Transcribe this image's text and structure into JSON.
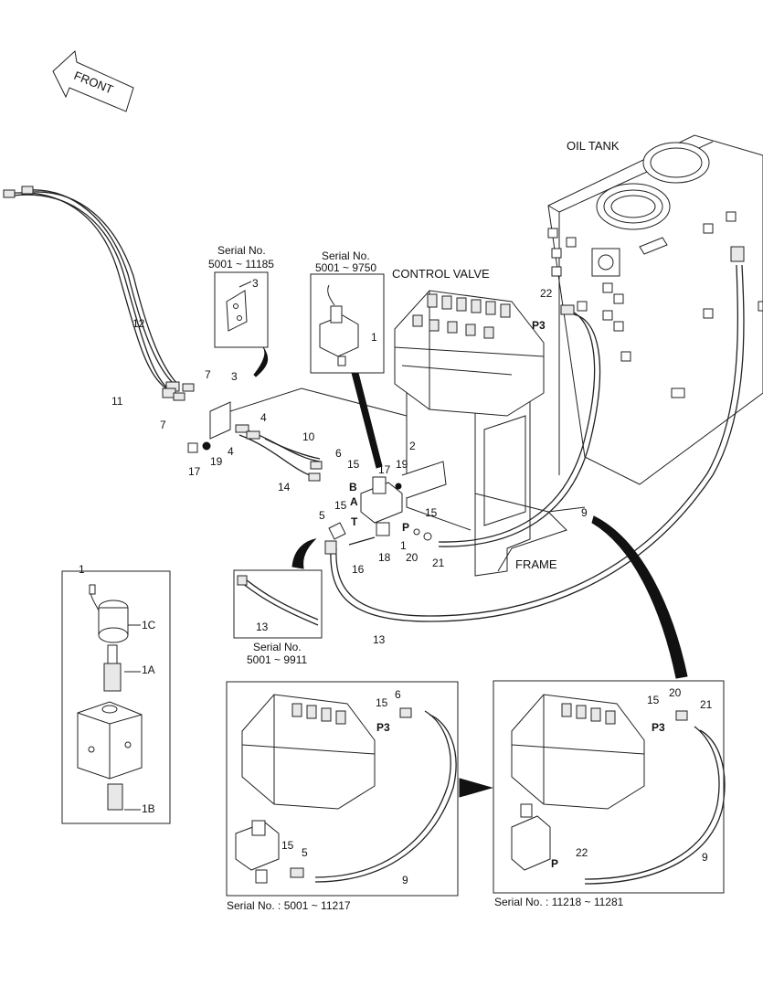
{
  "front_label": "FRONT",
  "titles": {
    "oil_tank": "OIL TANK",
    "control_valve": "CONTROL VALVE",
    "frame": "FRAME"
  },
  "insets": {
    "bracket": {
      "serial_title": "Serial No.",
      "serial_range": "5001 ~ 11185",
      "part": "3"
    },
    "valve_small": {
      "serial_title": "Serial No.",
      "serial_range": "5001 ~ 9750",
      "part": "1"
    },
    "hose13": {
      "serial_title": "Serial No.",
      "serial_range": "5001 ~ 9911",
      "part": "13"
    },
    "left_caption": "Serial No. : 5001 ~ 11217",
    "right_caption": "Serial No. : 11218 ~ 11281"
  },
  "detail_labels": {
    "title": "1",
    "coil": "1C",
    "cartridge": "1A",
    "body_plug": "1B"
  },
  "ports": {
    "B": "B",
    "A": "A",
    "T": "T",
    "P": "P",
    "P3": "P3"
  },
  "callouts": {
    "c1": "1",
    "c2": "2",
    "c3": "3",
    "c4a": "4",
    "c4b": "4",
    "c5": "5",
    "c6": "6",
    "c7a": "7",
    "c7b": "7",
    "c9": "9",
    "c10": "10",
    "c11": "11",
    "c12": "12",
    "c13": "13",
    "c14": "14",
    "c15a": "15",
    "c15b": "15",
    "c15c": "15",
    "c16": "16",
    "c17a": "17",
    "c17b": "17",
    "c18": "18",
    "c19a": "19",
    "c19b": "19",
    "c20": "20",
    "c21": "21",
    "c22": "22",
    "l15": "15",
    "l6": "6",
    "l15b": "15",
    "l5": "5",
    "l9": "9",
    "r20": "20",
    "r15": "15",
    "r21": "21",
    "r22": "22",
    "r9": "9"
  }
}
